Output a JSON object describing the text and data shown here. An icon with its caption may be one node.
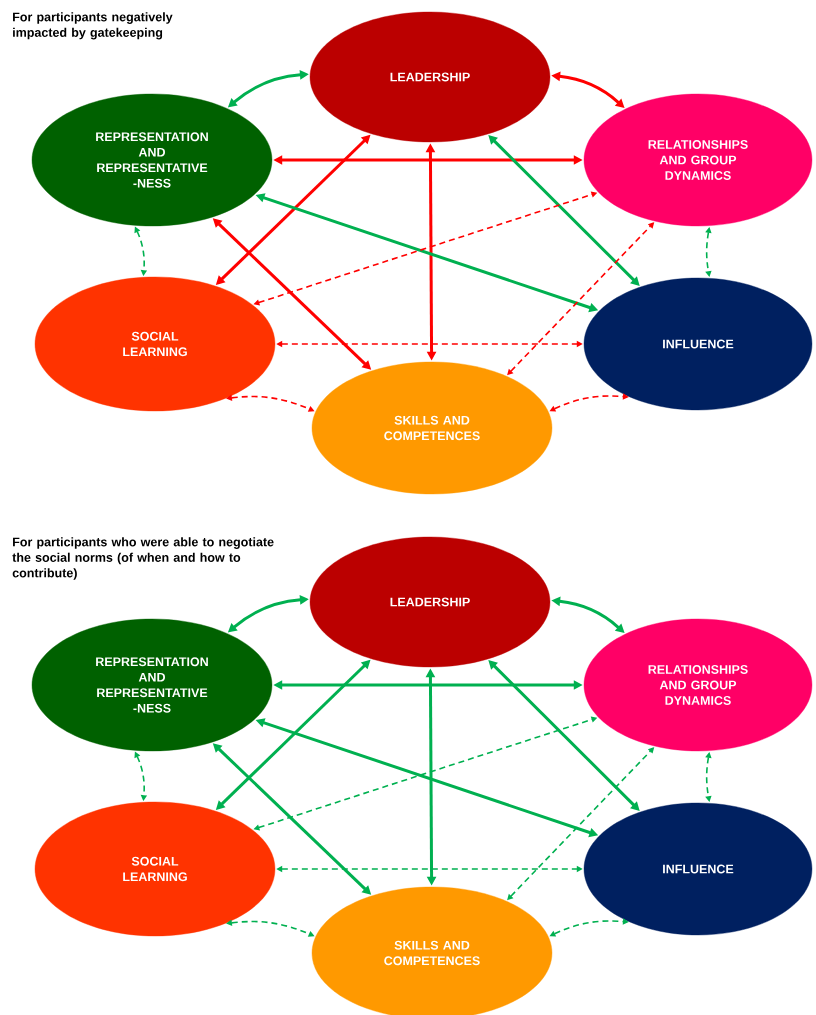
{
  "diagram": {
    "nodes": [
      {
        "text": [
          "LEADERSHIP"
        ]
      },
      {
        "text": [
          "REPRESENTATION AND REPRESENTATIVE -NESS"
        ]
      },
      {
        "text": [
          "RELATIONSHIPS AND GROUP DYNAMICS"
        ]
      },
      {
        "text": [
          "SOCIAL LEARNING"
        ]
      },
      {
        "text": [
          "INFLUENCE"
        ]
      },
      {
        "text": [
          "SKILLS AND COMPETENCES"
        ]
      },
      {
        "text": [
          "LEADERSHIP"
        ]
      },
      {
        "text": [
          "REPRESENTATION AND REPRESENTATIVE -NESS"
        ]
      },
      {
        "text": [
          "RELATIONSHIPS AND GROUP DYNAMICS"
        ]
      },
      {
        "text": [
          "SOCIAL LEARNING"
        ]
      },
      {
        "text": [
          "INFLUENCE"
        ]
      },
      {
        "text": [
          "SKILLS AND COMPETENCES"
        ]
      }
    ],
    "edges": [
      {
        "from": 1,
        "to": 0,
        "arrow": "both"
      },
      {
        "from": 0,
        "to": 2,
        "arrow": "both",
        "color": "#ff0000"
      },
      {
        "from": 1,
        "to": 2,
        "arrow": "both",
        "color": "#ff0000"
      },
      {
        "from": 0,
        "to": 3,
        "arrow": "both",
        "color": "#ff0000"
      },
      {
        "from": 0,
        "to": 5,
        "arrow": "both",
        "color": "#ff0000"
      },
      {
        "from": 1,
        "to": 5,
        "arrow": "both",
        "color": "#ff0000"
      },
      {
        "from": 1,
        "to": 4,
        "arrow": "both"
      },
      {
        "from": 0,
        "to": 4,
        "arrow": "both"
      },
      {
        "from": 1,
        "to": 3,
        "arrow": "both",
        "style": "dashed"
      },
      {
        "from": 2,
        "to": 4,
        "arrow": "both",
        "style": "dashed"
      },
      {
        "from": 3,
        "to": 2,
        "arrow": "both",
        "style": "dashed",
        "color": "#ff0000"
      },
      {
        "from": 3,
        "to": 4,
        "arrow": "both",
        "style": "dashed",
        "color": "#ff0000"
      },
      {
        "from": 3,
        "to": 5,
        "arrow": "both",
        "style": "dashed",
        "color": "#ff0000"
      },
      {
        "from": 5,
        "to": 2,
        "arrow": "both",
        "style": "dashed",
        "color": "#ff0000"
      },
      {
        "from": 5,
        "to": 4,
        "arrow": "both",
        "style": "dashed",
        "color": "#ff0000"
      },
      {
        "from": 7,
        "to": 6,
        "arrow": "both"
      },
      {
        "from": 6,
        "to": 8,
        "arrow": "both"
      },
      {
        "from": 7,
        "to": 8,
        "arrow": "both"
      },
      {
        "from": 6,
        "to": 9,
        "arrow": "both"
      },
      {
        "from": 6,
        "to": 11,
        "arrow": "both"
      },
      {
        "from": 7,
        "to": 11,
        "arrow": "both"
      },
      {
        "from": 7,
        "to": 10,
        "arrow": "both"
      },
      {
        "from": 6,
        "to": 10,
        "arrow": "both"
      },
      {
        "from": 7,
        "to": 9,
        "arrow": "both",
        "style": "dashed"
      },
      {
        "from": 8,
        "to": 10,
        "arrow": "both",
        "style": "dashed"
      },
      {
        "from": 9,
        "to": 8,
        "arrow": "both",
        "style": "dashed"
      },
      {
        "from": 9,
        "to": 10,
        "arrow": "both",
        "style": "dashed"
      },
      {
        "from": 9,
        "to": 11,
        "arrow": "both",
        "style": "dashed"
      },
      {
        "from": 11,
        "to": 8,
        "arrow": "both",
        "style": "dashed"
      },
      {
        "from": 11,
        "to": 10,
        "arrow": "both",
        "style": "dashed"
      }
    ],
    "labels": [
      "For participants negatively impacted by gatekeeping",
      "For participants who were able to negotiate the social norms (of when and how to contribute)"
    ]
  }
}
